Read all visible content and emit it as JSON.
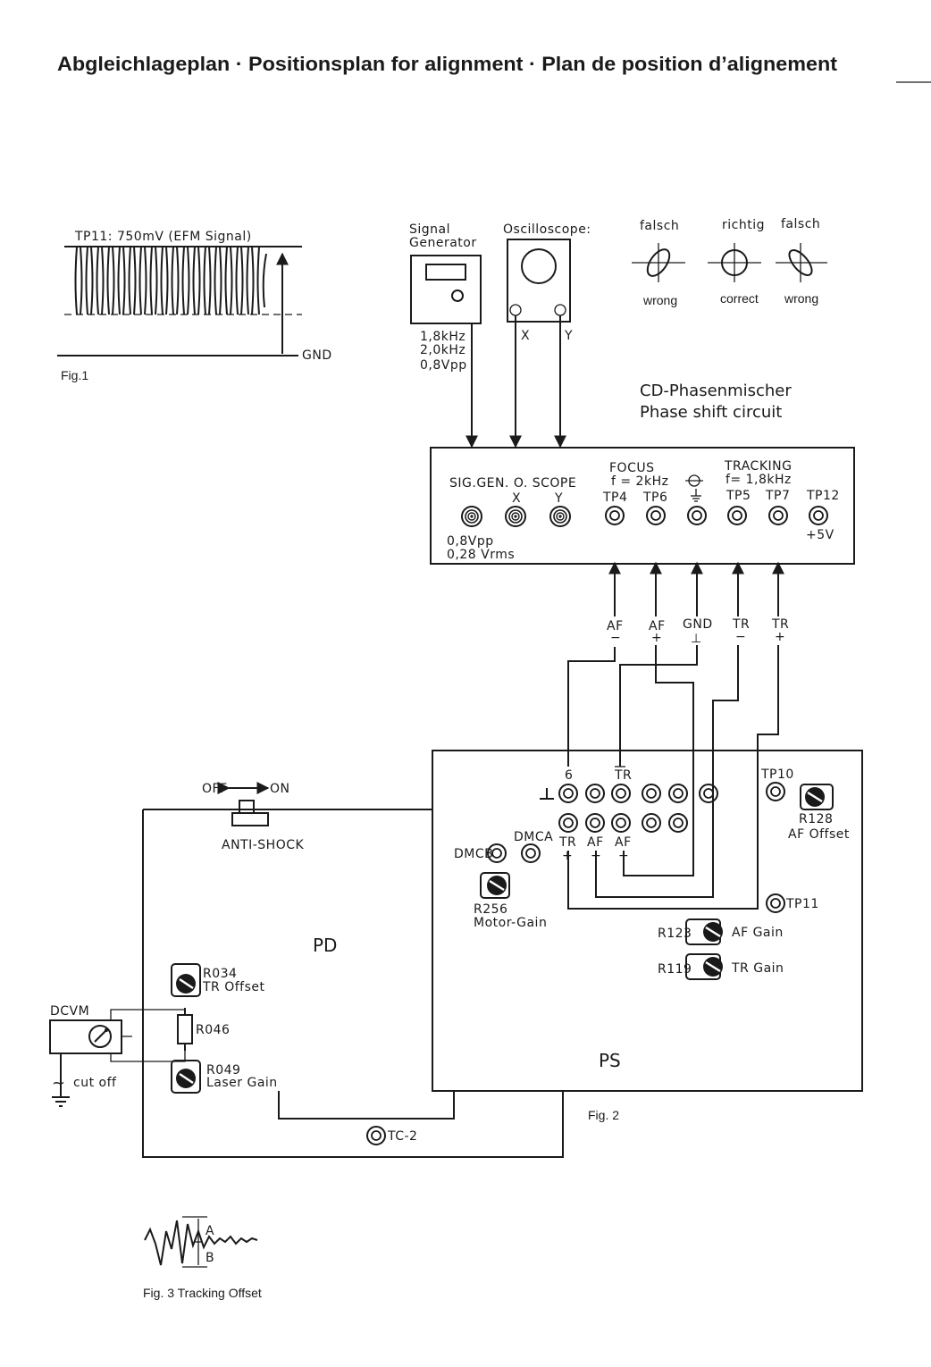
{
  "title": "Abgleichlageplan · Positionsplan for alignment · Plan de position d’alignement",
  "fig1": {
    "label": "TP11: 750mV (EFM Signal)",
    "gnd": "GND",
    "caption": "Fig.1"
  },
  "equipment": {
    "signal_generator": [
      "Signal",
      "Generator"
    ],
    "oscilloscope": "Oscilloscope:",
    "x": "X",
    "y": "Y",
    "gen_settings": [
      "1,8kHz",
      "2,0kHz",
      "0,8Vpp"
    ]
  },
  "lissajous": {
    "falsch_left": "falsch",
    "richtig": "richtig",
    "falsch_right": "falsch",
    "wrong_left": "wrong",
    "correct": "correct",
    "wrong_right": "wrong"
  },
  "phase": {
    "title_de": "CD-Phasenmischer",
    "title_en": "Phase shift circuit",
    "sig_gen_scope": "SIG.GEN. O. SCOPE",
    "x": "X",
    "y": "Y",
    "focus": "FOCUS",
    "focus_freq": "f = 2kHz",
    "tracking": "TRACKING",
    "tracking_freq": "f= 1,8kHz",
    "tp4": "TP4",
    "tp6": "TP6",
    "tp5": "TP5",
    "tp7": "TP7",
    "tp12": "TP12",
    "plus5v": "+5V",
    "level1": "0,8Vpp",
    "level2": "0,28 Vrms"
  },
  "cable_labels": [
    {
      "top": "AF",
      "sign": "−"
    },
    {
      "top": "AF",
      "sign": "+"
    },
    {
      "top": "GND",
      "sign": "⊥"
    },
    {
      "top": "TR",
      "sign": "−"
    },
    {
      "top": "TR",
      "sign": "+"
    }
  ],
  "ps": {
    "name": "PS",
    "tp10": "TP10",
    "r128": "R128",
    "af_offset": "AF Offset",
    "six": "6",
    "tr_top": "TR",
    "dmca": "DMCA",
    "dmcb": "DMCB",
    "tr_plus": "TR",
    "af_plus": "AF",
    "af_minus": "AF",
    "r256": "R256",
    "motor_gain": "Motor-Gain",
    "tp11": "TP11",
    "r123": "R123",
    "af_gain": "AF Gain",
    "r119": "R119",
    "tr_gain": "TR Gain"
  },
  "pd": {
    "name": "PD",
    "off": "OFF",
    "on": "ON",
    "anti_shock": "ANTI-SHOCK",
    "r034": "R034",
    "tr_offset": "TR Offset",
    "r046": "R046",
    "r049": "R049",
    "laser_gain": "Laser Gain",
    "tc2": "TC-2",
    "dcvm": "DCVM",
    "cut_off": "cut off"
  },
  "fig2_caption": "Fig. 2",
  "fig3": {
    "a": "A",
    "b": "B",
    "caption": "Fig. 3 Tracking Offset"
  }
}
